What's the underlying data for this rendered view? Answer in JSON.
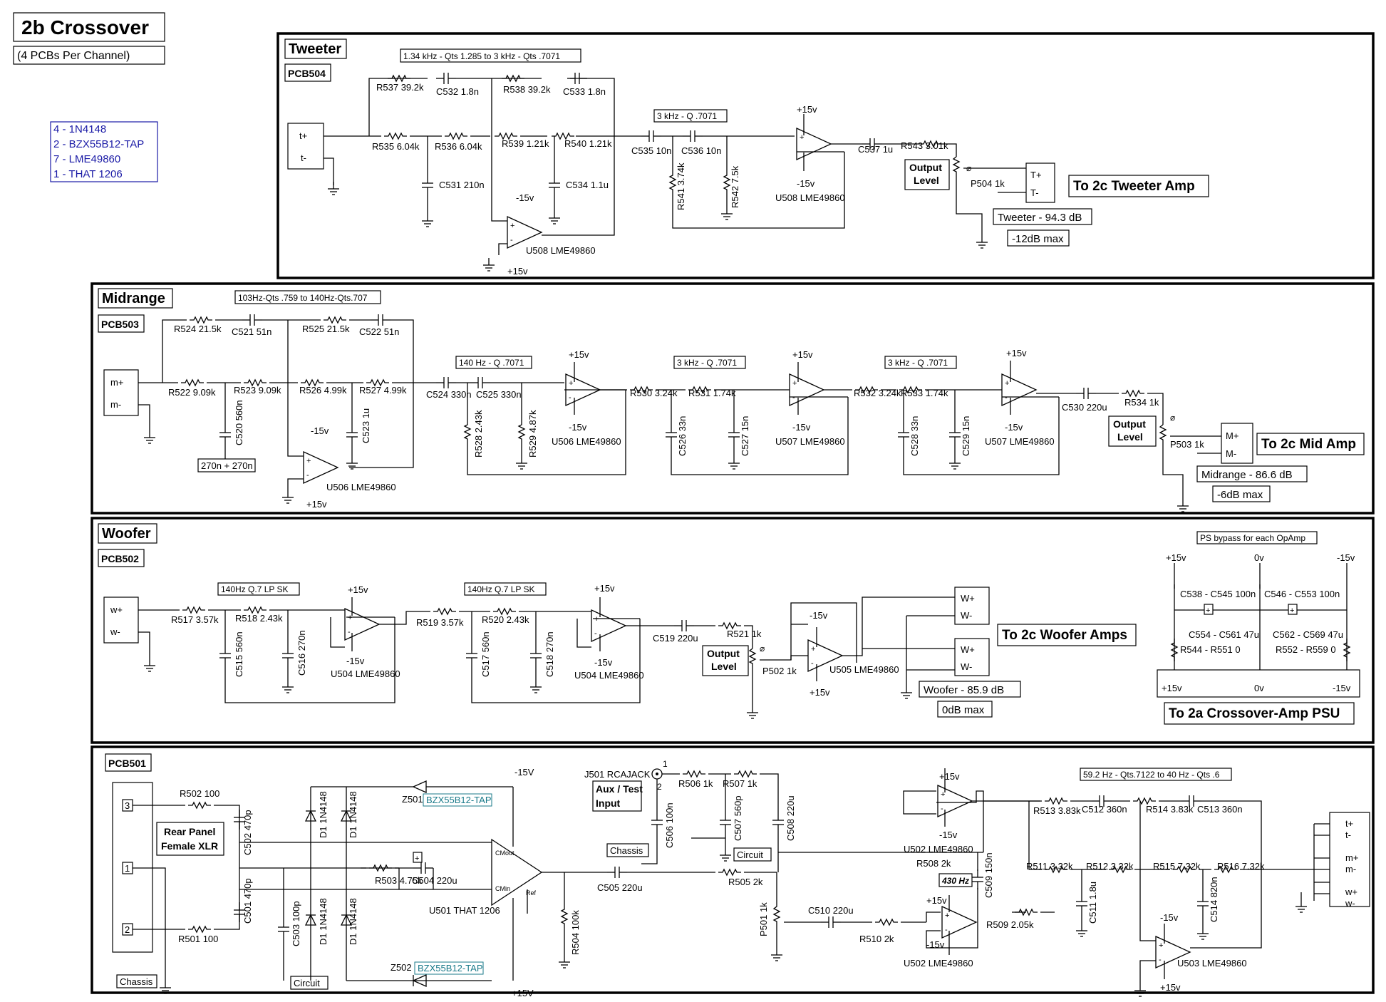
{
  "title": "2b Crossover",
  "subtitle": "(4 PCBs Per Channel)",
  "bom": [
    "4 - 1N4148",
    "2 - BZX55B12-TAP",
    "7 - LME49860",
    "1 - THAT 1206"
  ],
  "sections": {
    "tweeter": {
      "name": "Tweeter",
      "pcb": "PCB504",
      "filter1_note": "1.34 kHz - Qts 1.285 to 3 kHz - Qts .7071",
      "filter2_note": "3 kHz - Q .7071",
      "in_pos": "t+",
      "in_neg": "t-",
      "R537": "R537 39.2k",
      "C532": "C532 1.8n",
      "R538": "R538 39.2k",
      "C533": "C533 1.8n",
      "R535": "R535 6.04k",
      "R536": "R536 6.04k",
      "R539": "R539 1.21k",
      "R540": "R540 1.21k",
      "C531": "C531 210n",
      "C534": "C534 1.1u",
      "C535": "C535 10n",
      "C536": "C536 10n",
      "R541": "R541 3.74k",
      "R542": "R542 7.5k",
      "U508a": "U508 LME49860",
      "U508b": "U508 LME49860",
      "C537": "C537 1u",
      "R543": "R543 3.01k",
      "P504": "P504 1k",
      "output_level_1": "Output",
      "output_level_2": "Level",
      "out_pos": "T+",
      "out_neg": "T-",
      "spl": "Tweeter - 94.3 dB",
      "max": "-12dB max",
      "dest": "To 2c Tweeter Amp"
    },
    "midrange": {
      "name": "Midrange",
      "pcb": "PCB503",
      "filter1_note": "103Hz-Qts .759 to 140Hz-Qts.707",
      "filter2_note": "140 Hz - Q .7071",
      "filter3_note": "3 kHz - Q .7071",
      "filter4_note": "3 kHz - Q .7071",
      "in_pos": "m+",
      "in_neg": "m-",
      "R524": "R524 21.5k",
      "C521": "C521 51n",
      "R525": "R525 21.5k",
      "C522": "C522 51n",
      "R522": "R522 9.09k",
      "R523": "R523 9.09k",
      "R526": "R526 4.99k",
      "R527": "R527 4.99k",
      "C520": "C520 560n",
      "C523": "C523 1u",
      "cap_note": "270n + 270n",
      "U506a": "U506 LME49860",
      "C524": "C524 330n",
      "C525": "C525 330n",
      "R528": "R528 2.43k",
      "R529": "R529 4.87k",
      "U506b": "U506 LME49860",
      "R530": "R530 3.24k",
      "R531": "R531 1.74k",
      "C526": "C526 33n",
      "C527": "C527 15n",
      "U507a": "U507 LME49860",
      "R532": "R532 3.24k",
      "R533": "R533 1.74k",
      "C528": "C528 33n",
      "C529": "C529 15n",
      "U507b": "U507 LME49860",
      "C530": "C530 220u",
      "R534": "R534 1k",
      "P503": "P503 1k",
      "output_level_1": "Output",
      "output_level_2": "Level",
      "out_pos": "M+",
      "out_neg": "M-",
      "spl": "Midrange - 86.6 dB",
      "max": "-6dB max",
      "dest": "To 2c Mid Amp"
    },
    "woofer": {
      "name": "Woofer",
      "pcb": "PCB502",
      "filter1_note": "140Hz Q.7 LP SK",
      "filter2_note": "140Hz Q.7 LP SK",
      "in_pos": "w+",
      "in_neg": "w-",
      "R517": "R517 3.57k",
      "R518": "R518 2.43k",
      "C515": "C515 560n",
      "C516": "C516 270n",
      "U504a": "U504 LME49860",
      "R519": "R519 3.57k",
      "R520": "R520 2.43k",
      "C517": "C517 560n",
      "C518": "C518 270n",
      "U504b": "U504 LME49860",
      "C519": "C519 220u",
      "R521": "R521 1k",
      "P502": "P502 1k",
      "output_level_1": "Output",
      "output_level_2": "Level",
      "U505": "U505 LME49860",
      "out_pos": "W+",
      "out_neg": "W-",
      "spl": "Woofer - 85.9 dB",
      "max": "0dB max",
      "dest": "To 2c Woofer Amps",
      "psu_note": "PS bypass for each OpAmp",
      "C538": "C538 - C545 100n",
      "C546": "C546 - C553 100n",
      "C554": "C554 - C561 47u",
      "C562": "C562 - C569 47u",
      "R544": "R544 - R551 0",
      "R552": "R552 - R559 0",
      "psu_dest": "To 2a Crossover-Amp PSU"
    },
    "input": {
      "pcb": "PCB501",
      "xlr_1": "Rear Panel",
      "xlr_2": "Female XLR",
      "pin3": "3",
      "pin1": "1",
      "pin2": "2",
      "R502": "R502 100",
      "R501": "R501 100",
      "C502": "C502 470p",
      "C501": "C501 470p",
      "C503": "C503 100p",
      "D1a": "D1 1N4148",
      "D1b": "D1 1N4148",
      "D1c": "D1 1N4148",
      "D1d": "D1 1N4148",
      "Z501": "Z501",
      "Z502": "Z502",
      "zener": "BZX55B12-TAP",
      "R503": "R503 4.75k",
      "C504": "C504 220u",
      "U501": "U501 THAT 1206",
      "pin_cmout": "CMout",
      "pin_cmin": "CMin",
      "pin_ref": "Ref",
      "R504": "R504 100k",
      "C505": "C505 220u",
      "J501": "J501 RCAJACK",
      "aux_1": "Aux / Test",
      "aux_2": "Input",
      "R506": "R506 1k",
      "R507": "R507 1k",
      "C506": "C506 100n",
      "C507": "C507 560p",
      "C508": "C508 220u",
      "R505": "R505 2k",
      "P501": "P501 1k",
      "C510": "C510 220u",
      "R510": "R510 2k",
      "U502a": "U502 LME49860",
      "U502b": "U502 LME49860",
      "R508": "R508 2k",
      "C509": "C509 150n",
      "R509": "R509 2.05k",
      "hz430": "430 Hz",
      "filter_note": "59.2 Hz - Qts.7122 to 40 Hz - Qts .6",
      "R513": "R513 3.83k",
      "C512": "C512 360n",
      "R514": "R514 3.83k",
      "C513": "C513 360n",
      "R511": "R511 3.32k",
      "R512": "R512 3.32k",
      "R515": "R515 7.32k",
      "R516": "R516 7.32k",
      "C511": "C511 1.8u",
      "C514": "C514 820n",
      "U503": "U503 LME49860",
      "chassis": "Chassis",
      "circuit": "Circuit",
      "outs": [
        "t+",
        "t-",
        "m+",
        "m-",
        "w+",
        "w-"
      ]
    }
  },
  "rails": {
    "p15": "+15v",
    "n15": "-15v",
    "zero": "0v",
    "P15": "+15V",
    "N15": "-15V"
  }
}
